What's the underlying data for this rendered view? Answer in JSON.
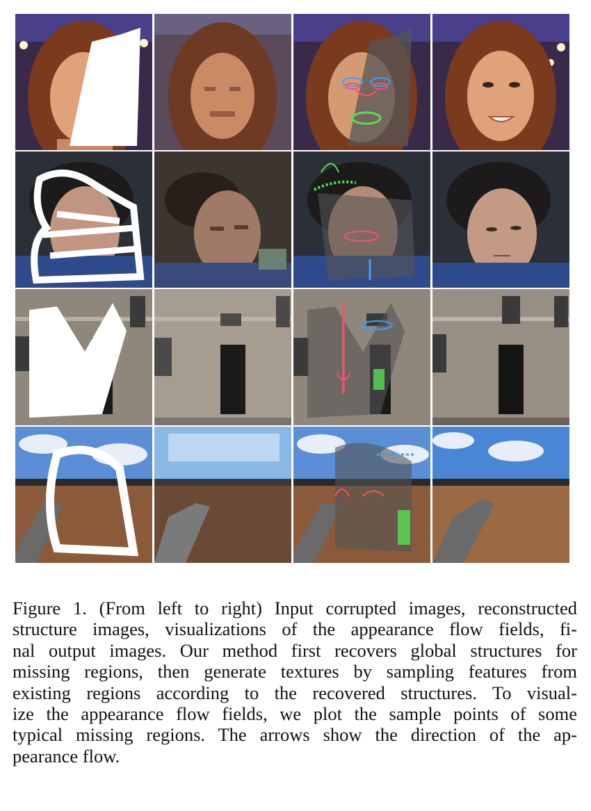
{
  "figure": {
    "columns": [
      "input-corrupted",
      "reconstructed-structure",
      "appearance-flow",
      "final-output"
    ],
    "rows": [
      "face-woman",
      "face-man",
      "building",
      "landscape"
    ]
  },
  "caption": {
    "lines": [
      "Figure 1. (From left to right) Input corrupted images, reconstructed",
      "structure images, visualizations of the appearance flow fields, fi-",
      "nal output images. Our method first recovers global structures for",
      "missing regions, then generate textures by sampling features from",
      "existing regions according to the recovered structures. To visual-",
      "ize the appearance flow fields, we plot the sample points of some",
      "typical missing regions. The arrows show the direction of the ap-",
      "pearance flow."
    ]
  },
  "colors": {
    "mask": "#ffffff",
    "flow_red": "#ff4d6d",
    "flow_blue": "#3aa0ff",
    "flow_green": "#55e055",
    "flow_overlay": "#555555"
  }
}
